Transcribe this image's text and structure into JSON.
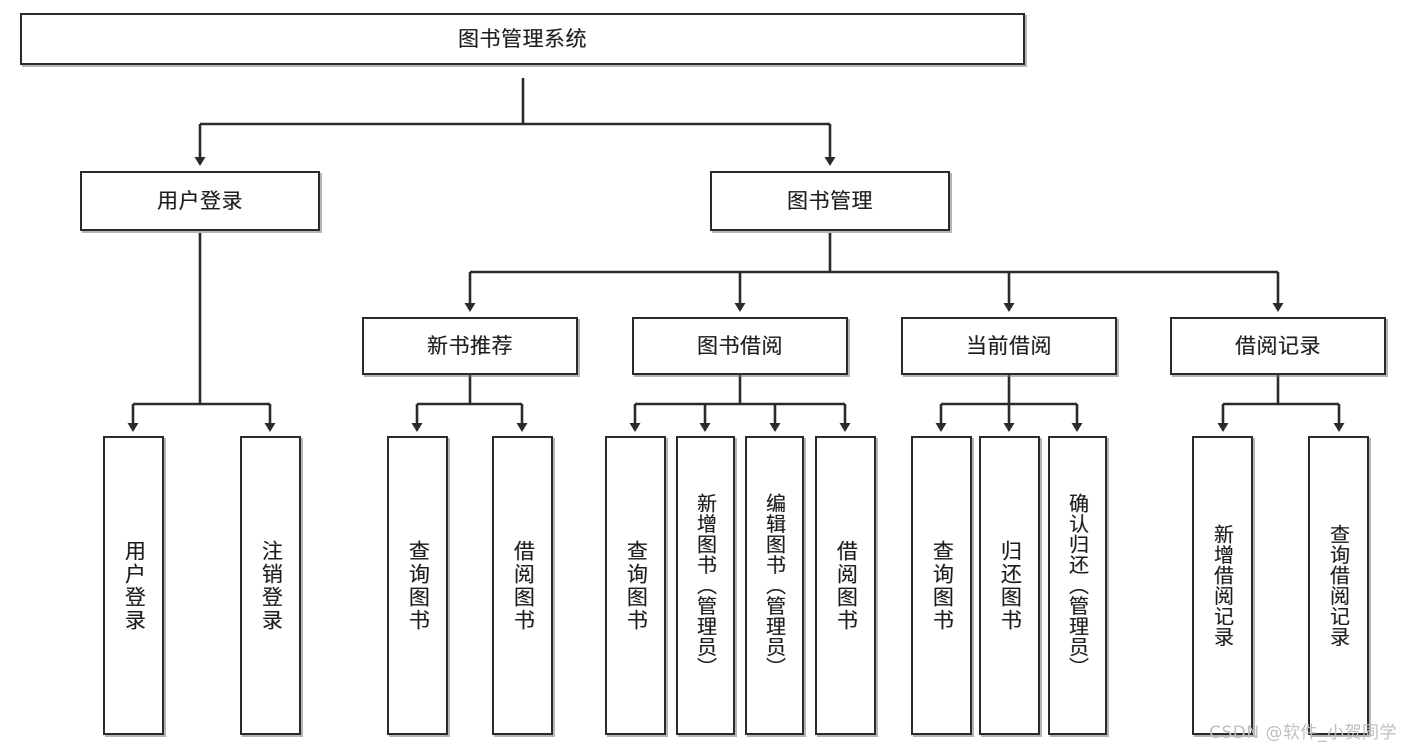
{
  "diagram": {
    "type": "tree",
    "title": "图书管理系统",
    "orientation": "top-down",
    "watermark": "CSDN @软件_小贺同学",
    "colors": {
      "box_border": "#2b2b2b",
      "box_fill": "#ffffff",
      "connector": "#2b2b2b",
      "text": "#1d1d1d",
      "watermark": "#bfbfbf",
      "background": "#ffffff"
    }
  },
  "nodes": {
    "root": {
      "label": "图书管理系统"
    },
    "level2": [
      {
        "label": "用户登录"
      },
      {
        "label": "图书管理"
      }
    ],
    "level3": [
      {
        "label": "新书推荐"
      },
      {
        "label": "图书借阅"
      },
      {
        "label": "当前借阅"
      },
      {
        "label": "借阅记录"
      }
    ],
    "leaves": [
      {
        "label": "用户登录"
      },
      {
        "label": "注销登录"
      },
      {
        "label": "查询图书"
      },
      {
        "label": "借阅图书"
      },
      {
        "label": "查询图书"
      },
      {
        "label": "新增图书（管理员）"
      },
      {
        "label": "编辑图书（管理员）"
      },
      {
        "label": "借阅图书"
      },
      {
        "label": "查询图书"
      },
      {
        "label": "归还图书"
      },
      {
        "label": "确认归还（管理员）"
      },
      {
        "label": "新增借阅记录"
      },
      {
        "label": "查询借阅记录"
      }
    ]
  },
  "hierarchy": {
    "图书管理系统": [
      "用户登录",
      "图书管理"
    ],
    "用户登录": [
      "用户登录",
      "注销登录"
    ],
    "图书管理": [
      "新书推荐",
      "图书借阅",
      "当前借阅",
      "借阅记录"
    ],
    "新书推荐": [
      "查询图书",
      "借阅图书"
    ],
    "图书借阅": [
      "查询图书",
      "新增图书（管理员）",
      "编辑图书（管理员）",
      "借阅图书"
    ],
    "当前借阅": [
      "查询图书",
      "归还图书",
      "确认归还（管理员）"
    ],
    "借阅记录": [
      "新增借阅记录",
      "查询借阅记录"
    ]
  }
}
